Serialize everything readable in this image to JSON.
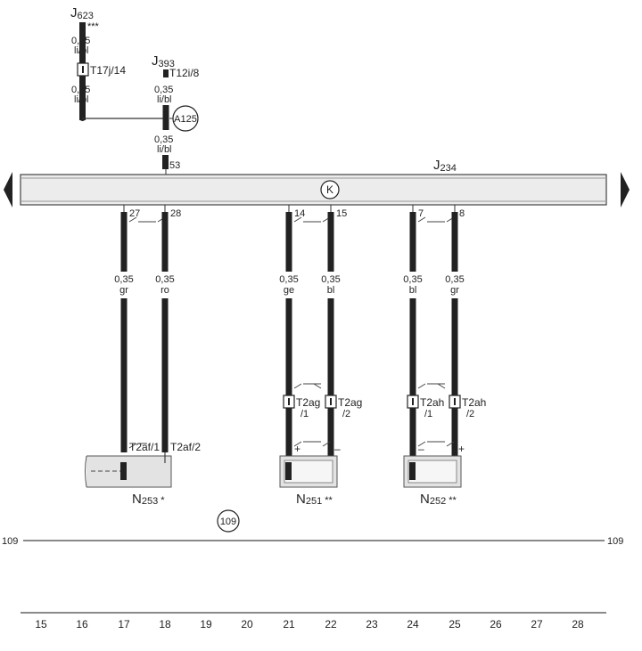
{
  "top_unit": {
    "name": "J",
    "sub": "623",
    "mark": "***"
  },
  "unit_j393": {
    "name": "J",
    "sub": "393"
  },
  "connector_t17j": "T17j/14",
  "connector_t12i": "T12i/8",
  "relay_a125": "A125",
  "wire_top_1": {
    "size": "0,35",
    "color": "li/bl"
  },
  "wire_top_2": {
    "size": "0,35",
    "color": "li/bl"
  },
  "wire_top_3": {
    "size": "0,35",
    "color": "li/bl"
  },
  "wire_top_4": {
    "size": "0,35",
    "color": "li/bl"
  },
  "pin_53": "53",
  "bus": {
    "name": "J",
    "sub": "234",
    "symbol": "K"
  },
  "pins": [
    "27",
    "28",
    "14",
    "15",
    "7",
    "8"
  ],
  "wires": [
    {
      "size": "0,35",
      "color": "gr"
    },
    {
      "size": "0,35",
      "color": "ro"
    },
    {
      "size": "0,35",
      "color": "ge"
    },
    {
      "size": "0,35",
      "color": "bl"
    },
    {
      "size": "0,35",
      "color": "bl"
    },
    {
      "size": "0,35",
      "color": "gr"
    }
  ],
  "connectors": [
    {
      "label": "T2ag",
      "pin": "/1"
    },
    {
      "label": "T2ag",
      "pin": "/2"
    },
    {
      "label": "T2ah",
      "pin": "/1"
    },
    {
      "label": "T2ah",
      "pin": "/2"
    }
  ],
  "conn_t2af_1": "T2af/1",
  "conn_t2af_2": "T2af/2",
  "polarity": [
    "+",
    "–",
    "–",
    "+"
  ],
  "components": [
    {
      "name": "N",
      "sub": "253",
      "mark": "*"
    },
    {
      "name": "N",
      "sub": "251",
      "mark": "**"
    },
    {
      "name": "N",
      "sub": "252",
      "mark": "**"
    }
  ],
  "ground_ref": "109",
  "ground_left": "109",
  "ground_right": "109",
  "columns": [
    "15",
    "16",
    "17",
    "18",
    "19",
    "20",
    "21",
    "22",
    "23",
    "24",
    "25",
    "26",
    "27",
    "28"
  ]
}
